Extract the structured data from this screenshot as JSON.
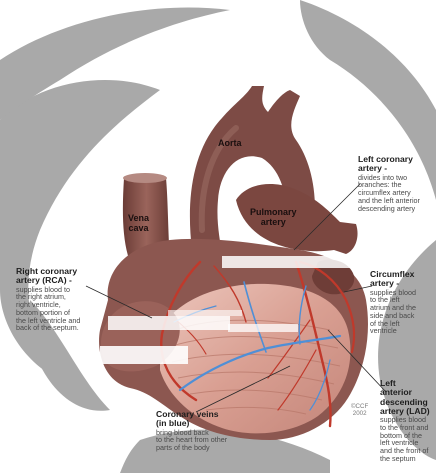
{
  "labels": {
    "aorta": "Aorta",
    "vena_cava": "Vena\ncava",
    "pulmonary_artery": "Pulmonary\nartery",
    "left_coronary_title": "Left coronary\nartery -",
    "left_coronary_desc": "divides into two\nbranches: the\ncircumflex artery\nand the left anterior\ndescending artery",
    "rca_title": "Right coronary\nartery (RCA) -",
    "rca_desc": "supplies blood to\nthe right atrium,\nright ventricle,\nbottom portion of\nthe left ventricle and\nback of the septum.",
    "circumflex_title": "Circumflex\nartery -",
    "circumflex_desc": "supplies blood\nto the left\natrium and the\nside and back\nof the left\nventricle",
    "lad_title": "Left\nanterior\ndescending\nartery (LAD)",
    "lad_desc": "supplies blood\nto the front and\nbottom of the\nleft ventricle\nand the front of\nthe septum",
    "veins_title": "Coronary veins\n(in blue)",
    "veins_desc": "bring blood back\nto the heart from other\nparts of the body"
  },
  "credit": "©CCF\n2002",
  "colors": {
    "heart": "#8e5a52",
    "heart_dark": "#6e3f38",
    "aorta": "#7a4a44",
    "artery_red": "#c0392b",
    "vein_blue": "#4f8fd6",
    "muscle_pink": "#e3b2a6",
    "swirl": "#a6a6a6"
  }
}
